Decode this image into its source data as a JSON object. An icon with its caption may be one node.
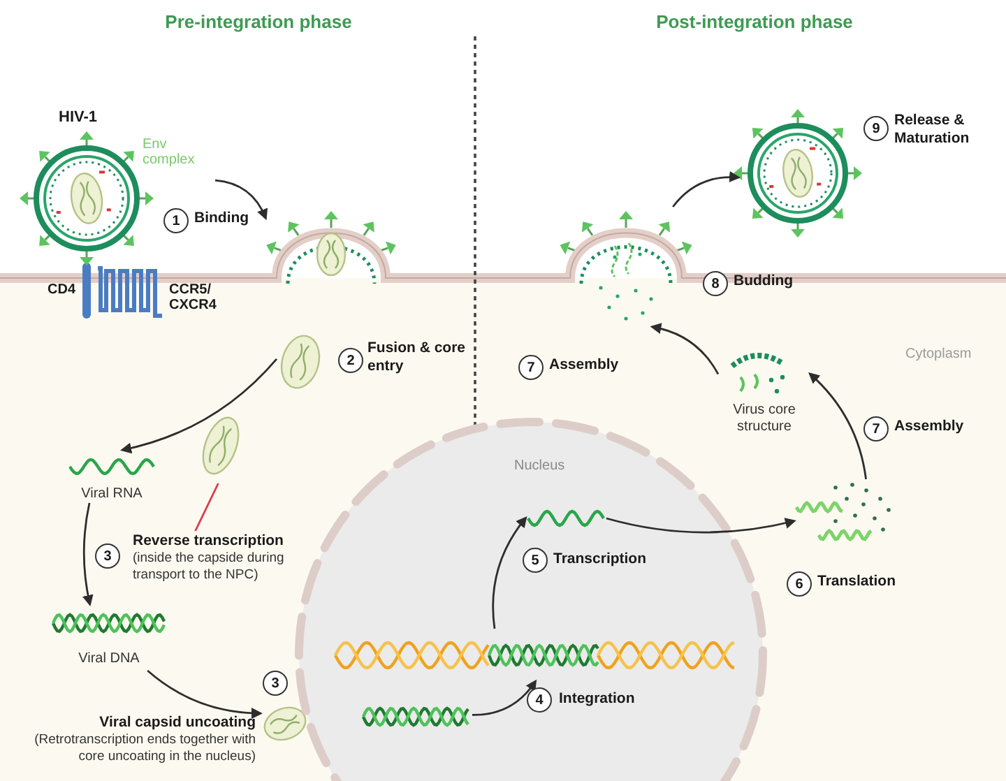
{
  "diagram": {
    "nodes": [
      {
        "text": [
          "HIV-1",
          "Env complex"
        ]
      },
      {
        "text": [],
        "shape": "picture",
        "beside": [
          "1",
          "Binding"
        ]
      },
      {
        "text": [],
        "shape": "picture",
        "beside": [
          "2",
          "Fusion & core entry"
        ]
      },
      {
        "text": [
          "Viral RNA"
        ]
      },
      {
        "text": [],
        "shape": "picture"
      },
      {
        "text": [
          "Reverse transcription",
          "(inside the capside during transport to the NPC)"
        ],
        "beside": [
          "3"
        ]
      },
      {
        "text": [
          "Viral DNA"
        ]
      },
      {
        "text": [],
        "shape": "picture",
        "beside": [
          "3",
          "Viral capsid uncoating",
          "(Retrotranscription ends together with core uncoating in the nucleus)"
        ]
      },
      {
        "text": [
          "Nucleus"
        ]
      },
      {
        "text": [],
        "shape": "picture",
        "in": 8
      },
      {
        "text": [],
        "shape": "picture",
        "in": 8,
        "beside": [
          "4",
          "Integration"
        ]
      },
      {
        "text": [],
        "shape": "picture",
        "in": 8,
        "beside": [
          "5",
          "Transcription"
        ]
      },
      {
        "text": [],
        "shape": "picture",
        "beside": [
          "7",
          "Assembly",
          "6",
          "Translation"
        ]
      },
      {
        "text": [
          "Virus core structure"
        ]
      },
      {
        "text": [],
        "shape": "picture",
        "beside": [
          "8",
          "Budding",
          "7",
          "Assembly"
        ]
      },
      {
        "text": [],
        "shape": "picture",
        "beside": [
          "9",
          "Release & Maturation"
        ]
      }
    ],
    "edges": [
      {
        "from": 0,
        "to": 1,
        "arrow": "to"
      },
      {
        "from": 2,
        "to": 3,
        "arrow": "to"
      },
      {
        "from": 5,
        "to": 4,
        "arrow": "none",
        "color": "#e0364b"
      },
      {
        "from": 3,
        "to": 6,
        "arrow": "to"
      },
      {
        "from": 6,
        "to": 7,
        "arrow": "to"
      },
      {
        "from": 9,
        "to": 10,
        "arrow": "to"
      },
      {
        "from": 10,
        "to": 11,
        "arrow": "to"
      },
      {
        "from": 11,
        "to": 12,
        "arrow": "to"
      },
      {
        "from": 12,
        "to": 13,
        "arrow": "to"
      },
      {
        "from": 13,
        "to": 14,
        "arrow": "to"
      },
      {
        "from": 14,
        "to": 15,
        "arrow": "to"
      }
    ],
    "labels": [
      "Pre-integration phase",
      "Post-integration phase",
      "CD4",
      "CCR5/ CXCR4",
      "Cytoplasm"
    ]
  }
}
